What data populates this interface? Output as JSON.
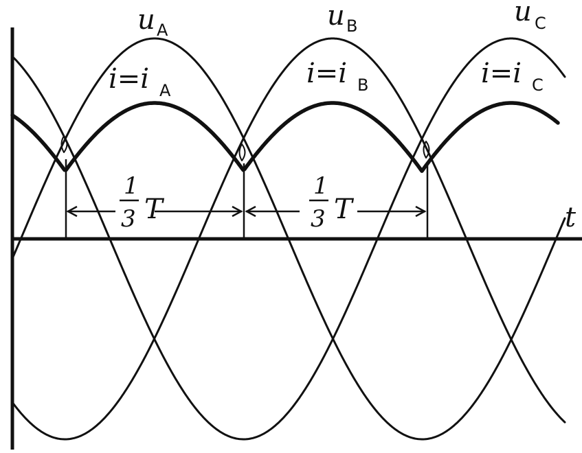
{
  "labels": {
    "u_a": {
      "main": "u",
      "sub": "A"
    },
    "u_b": {
      "main": "u",
      "sub": "B"
    },
    "u_c": {
      "main": "u",
      "sub": "C"
    },
    "i_a": {
      "main": "i=i",
      "sub": "A"
    },
    "i_b": {
      "main": "i=i",
      "sub": "B"
    },
    "i_c": {
      "main": "i=i",
      "sub": "C"
    },
    "t_axis": "t",
    "interval_1": {
      "num": "1",
      "den": "3",
      "var": "T"
    },
    "interval_2": {
      "num": "1",
      "den": "3",
      "var": "T"
    }
  }
}
